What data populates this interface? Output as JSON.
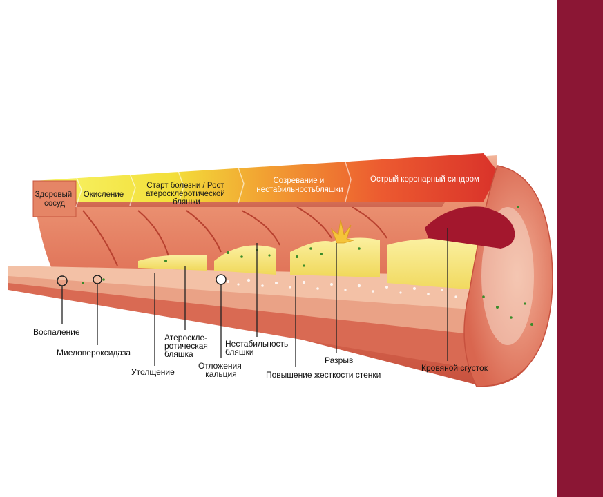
{
  "stages": [
    {
      "line1": "Здоровый",
      "line2": "сосуд"
    },
    {
      "line1": "Окисление",
      "line2": ""
    },
    {
      "line1": "Старт болезни / Рост",
      "line2": "атеросклеротической",
      "line3": "бляшки"
    },
    {
      "line1": "Созревание и",
      "line2": "нестабильностьбляшки"
    },
    {
      "line1": "Острый коронарный синдром",
      "line2": ""
    }
  ],
  "callouts": {
    "inflammation": "Воспаление",
    "myeloperoxidase": "Миелопероксидаза",
    "thickening": "Утолщение",
    "plaque": {
      "line1": "Атероскле-",
      "line2": "ротическая",
      "line3": "бляшка"
    },
    "calcium": {
      "line1": "Отложения",
      "line2": "кальция"
    },
    "instability": {
      "line1": "Нестабильность",
      "line2": "бляшки"
    },
    "stiffness": "Повышение жесткости стенки",
    "rupture": "Разрыв",
    "clot": "Кровяной сгусток"
  },
  "colors": {
    "sidebar": "#8b1634",
    "vessel_wall": "#e8866a",
    "plaque_yellow": "#f6e27a",
    "clot": "#a3172d"
  }
}
